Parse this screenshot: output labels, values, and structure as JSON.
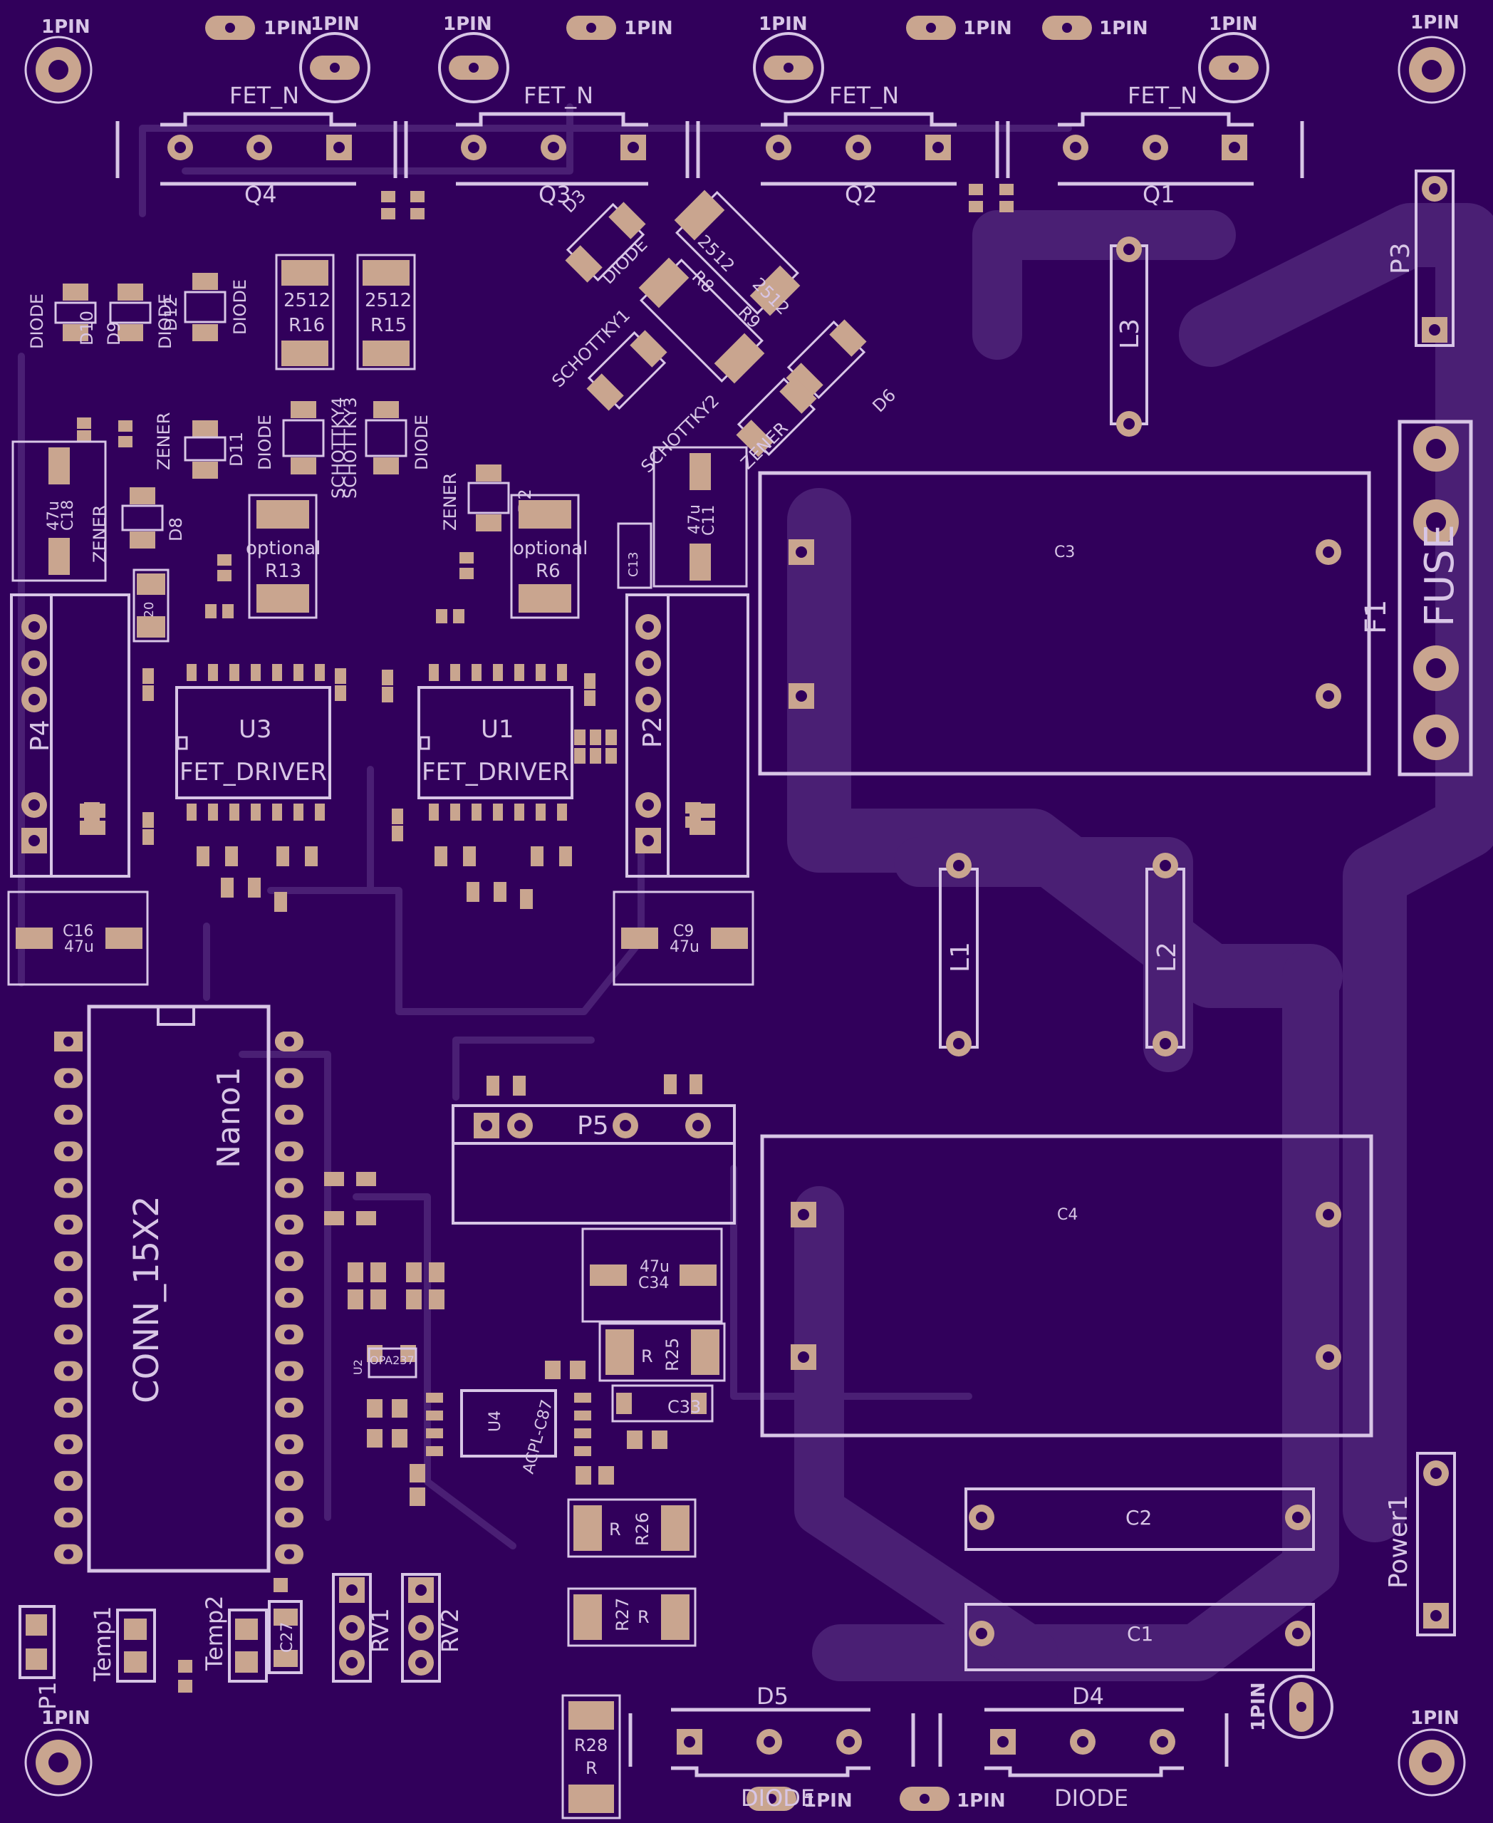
{
  "colors": {
    "board": "#31005b",
    "trace": "#4a1f74",
    "silk": "#d8c6e6",
    "pad": "#c9a58f",
    "hole": "#31005b"
  },
  "mount_label": "1PIN",
  "transistors": [
    {
      "ref": "Q4",
      "value": "FET_N"
    },
    {
      "ref": "Q3",
      "value": "FET_N"
    },
    {
      "ref": "Q2",
      "value": "FET_N"
    },
    {
      "ref": "Q1",
      "value": "FET_N"
    }
  ],
  "resistors": {
    "r16": {
      "ref": "R16",
      "value": "2512"
    },
    "r15": {
      "ref": "R15",
      "value": "2512"
    },
    "r8": {
      "ref": "R8",
      "value": "2512"
    },
    "r9": {
      "ref": "R9",
      "value": "2512"
    },
    "r13": {
      "ref": "R13",
      "value": "optional"
    },
    "r6": {
      "ref": "R6",
      "value": "optional"
    },
    "r25": {
      "ref": "R25",
      "value": "R"
    },
    "r26": {
      "ref": "R26",
      "value": "R"
    },
    "r27": {
      "ref": "R27",
      "value": "R"
    },
    "r28": {
      "ref": "R28",
      "value": "R"
    }
  },
  "caps": {
    "c18": {
      "ref": "C18",
      "value": "47u"
    },
    "c11": {
      "ref": "C11",
      "value": "47u"
    },
    "c16": {
      "ref": "C16",
      "value": "47u"
    },
    "c9": {
      "ref": "C9",
      "value": "47u"
    },
    "c34": {
      "ref": "C34",
      "value": "47u"
    },
    "c3": "C3",
    "c4": "C4",
    "c2": "C2",
    "c1": "C1",
    "c33": "C33",
    "c13": "C13",
    "c27": "C27",
    "c20": "C20"
  },
  "diodes": {
    "d10": "D10",
    "d9": "D9",
    "d12": "D12",
    "d11": "D11",
    "d8": "D8",
    "d2": "D2",
    "d3": "D3",
    "d6": "D6",
    "d5": "D5",
    "d4": "D4",
    "value_diode": "DIODE",
    "value_zener": "ZENER",
    "schottky1": "SCHOTTKY1",
    "schottky2": "SCHOTTKY2",
    "schottky3": "SCHOTTKY3",
    "schottky4": "SCHOTTKY4"
  },
  "ics": {
    "u3": {
      "ref": "U3",
      "value": "FET_DRIVER"
    },
    "u1": {
      "ref": "U1",
      "value": "FET_DRIVER"
    },
    "u4": {
      "ref": "U4",
      "value": "ACPL-C87"
    },
    "u2": {
      "ref": "U2",
      "value": "OPA237"
    }
  },
  "connectors": {
    "p4": "P4",
    "p2": "P2",
    "p3": "P3",
    "p5": "P5",
    "p1": "P1",
    "temp1": "Temp1",
    "temp2": "Temp2",
    "rv1": "RV1",
    "rv2": "RV2",
    "nano_ref": "Nano1",
    "nano_value": "CONN_15X2",
    "power1": "Power1"
  },
  "inductors": {
    "l1": "L1",
    "l2": "L2",
    "l3": "L3"
  },
  "fuse": {
    "ref": "F1",
    "value": "FUSE"
  }
}
